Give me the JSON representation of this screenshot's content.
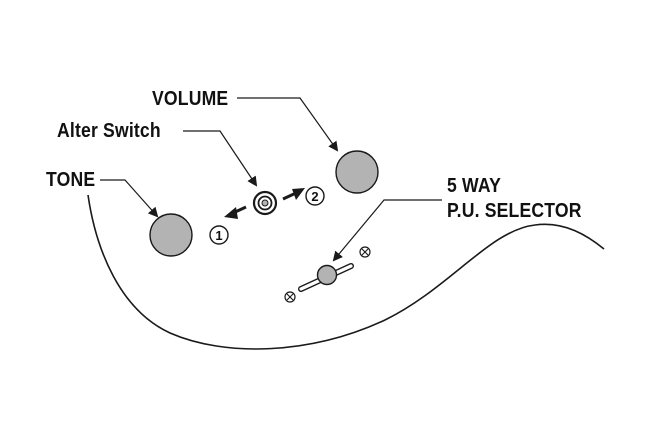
{
  "labels": {
    "volume": "VOLUME",
    "alter_switch": "Alter Switch",
    "tone": "TONE",
    "selector_line1": "5 WAY",
    "selector_line2": "P.U. SELECTOR"
  },
  "switch_positions": {
    "position_1": "1",
    "position_2": "2"
  },
  "colors": {
    "knob_fill": "#b3b3b3",
    "line": "#1a1a1a",
    "text": "#111111"
  }
}
